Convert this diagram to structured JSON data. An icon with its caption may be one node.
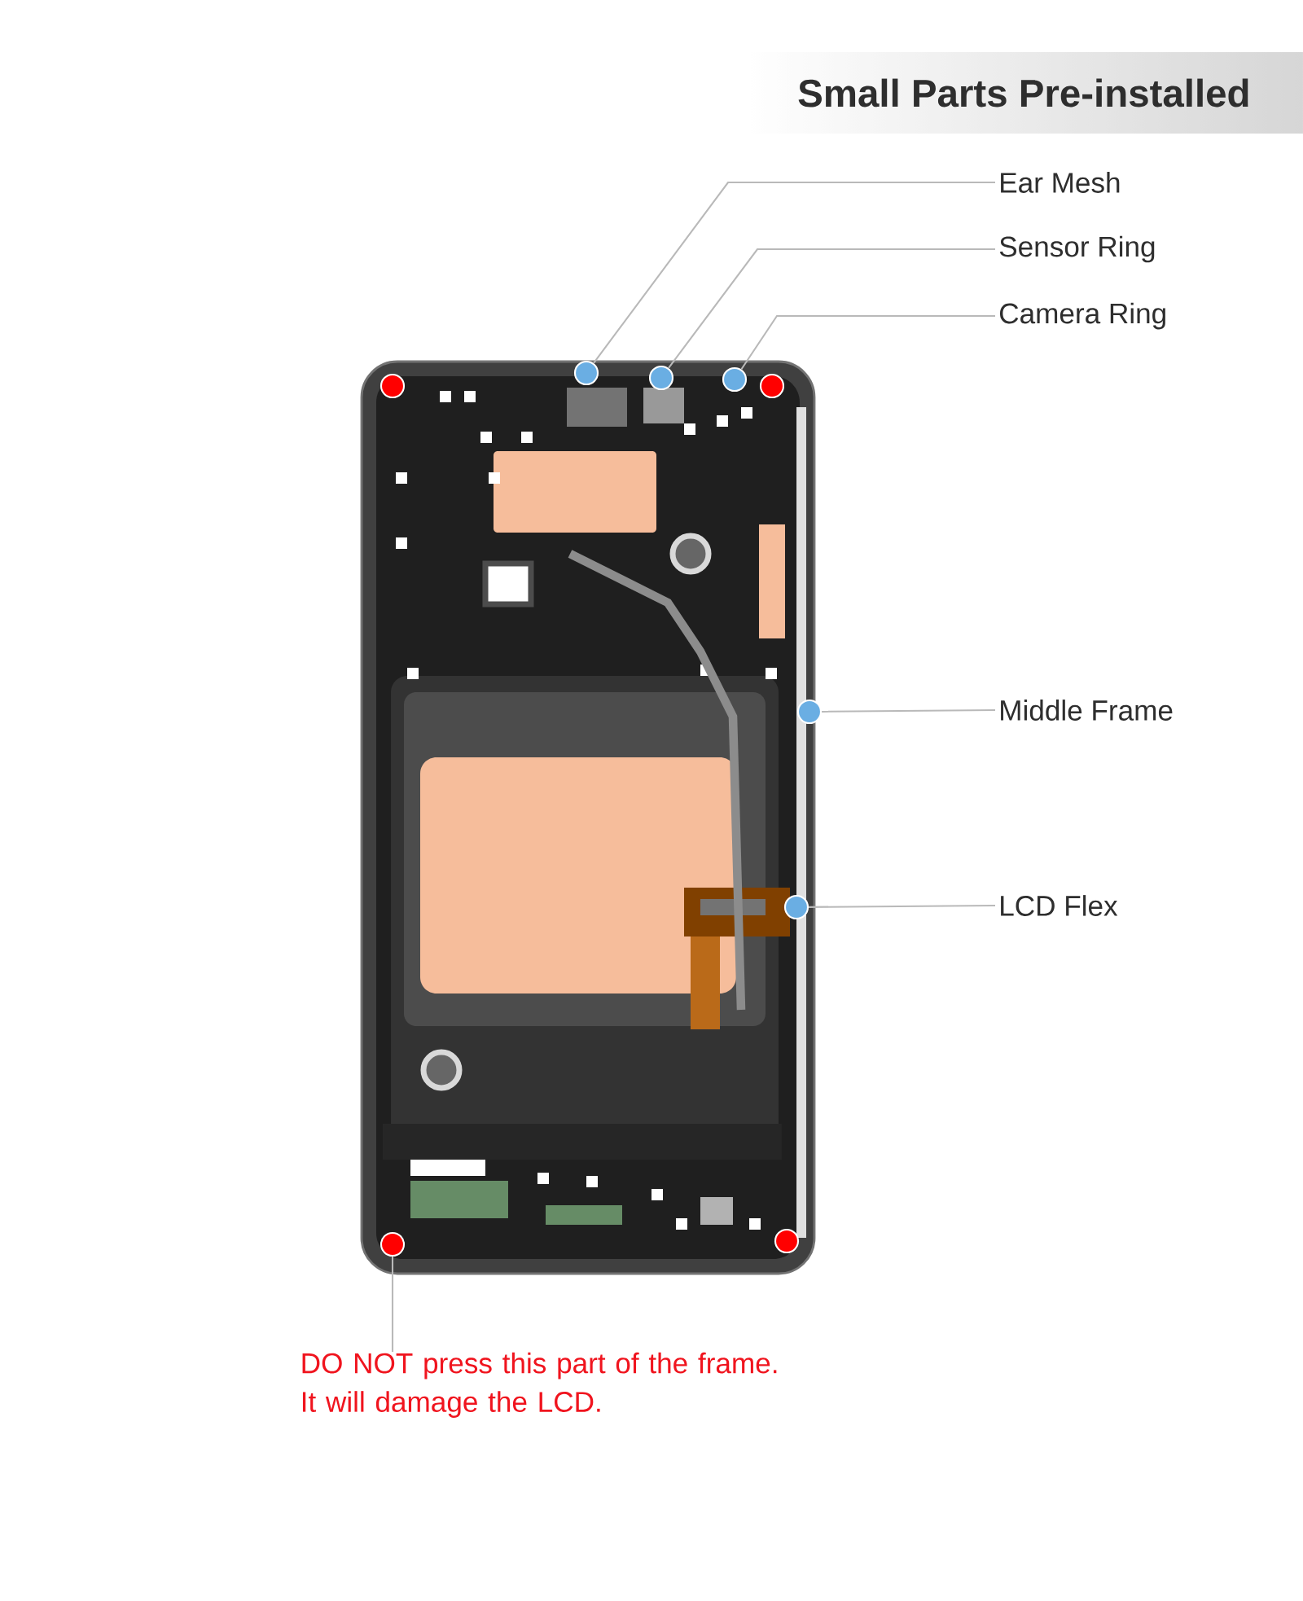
{
  "diagram": {
    "title": "Small Parts Pre-installed",
    "nodes": [
      {
        "text": [
          "Ear Mesh"
        ]
      },
      {
        "text": [
          "Sensor Ring"
        ]
      },
      {
        "text": [
          "Camera Ring"
        ]
      },
      {
        "text": [
          "Middle Frame"
        ]
      },
      {
        "text": [
          "LCD Flex"
        ]
      },
      {
        "text": [
          "DO NOT press this part of the frame. It will damage the LCD."
        ]
      },
      {
        "text": [],
        "shape": "circle"
      },
      {
        "text": [],
        "shape": "circle"
      },
      {
        "text": [],
        "shape": "circle"
      },
      {
        "text": [],
        "shape": "circle"
      },
      {
        "text": [],
        "shape": "circle"
      },
      {
        "text": [],
        "shape": "circle"
      },
      {
        "text": [],
        "shape": "circle"
      },
      {
        "text": [],
        "shape": "circle"
      },
      {
        "text": [],
        "shape": "circle"
      }
    ],
    "edges": [
      {
        "from": 0,
        "to": 6,
        "arrow": "none"
      },
      {
        "from": 1,
        "to": 7,
        "arrow": "none"
      },
      {
        "from": 2,
        "to": 8,
        "arrow": "none"
      },
      {
        "from": 3,
        "to": 9,
        "arrow": "none"
      },
      {
        "from": 4,
        "to": 10,
        "arrow": "none"
      },
      {
        "from": 5,
        "to": 13,
        "arrow": "none"
      }
    ]
  }
}
